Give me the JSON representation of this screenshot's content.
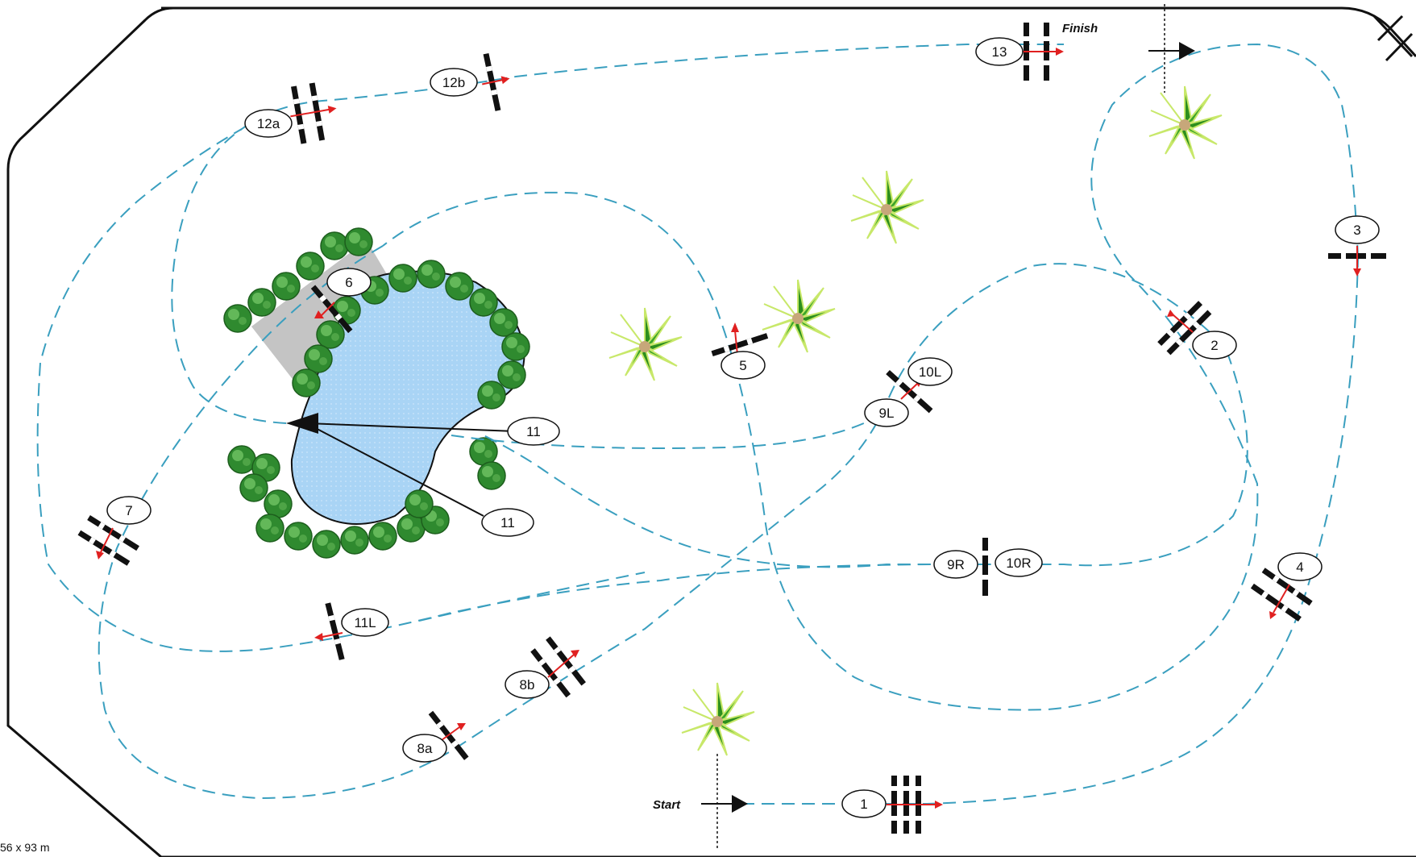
{
  "dimensions_text": "56 x 93 m",
  "start_label": "Start",
  "finish_label": "Finish",
  "obstacles": [
    {
      "id": "obs-1",
      "label": "1"
    },
    {
      "id": "obs-2",
      "label": "2"
    },
    {
      "id": "obs-3",
      "label": "3"
    },
    {
      "id": "obs-4",
      "label": "4"
    },
    {
      "id": "obs-5",
      "label": "5"
    },
    {
      "id": "obs-6",
      "label": "6"
    },
    {
      "id": "obs-7",
      "label": "7"
    },
    {
      "id": "obs-8a",
      "label": "8a"
    },
    {
      "id": "obs-8b",
      "label": "8b"
    },
    {
      "id": "obs-9L",
      "label": "9L"
    },
    {
      "id": "obs-10L",
      "label": "10L"
    },
    {
      "id": "obs-9R",
      "label": "9R"
    },
    {
      "id": "obs-10R",
      "label": "10R"
    },
    {
      "id": "obs-11-top",
      "label": "11"
    },
    {
      "id": "obs-11-bottom",
      "label": "11"
    },
    {
      "id": "obs-11L",
      "label": "11L"
    },
    {
      "id": "obs-12a",
      "label": "12a"
    },
    {
      "id": "obs-12b",
      "label": "12b"
    },
    {
      "id": "obs-13",
      "label": "13"
    }
  ],
  "colors": {
    "track": "#3a9fbf",
    "water": "#a9d4f5",
    "bush": "#2f8a2f",
    "palm": "#6fbf1f",
    "arrow": "#e02020",
    "border": "#111111"
  }
}
